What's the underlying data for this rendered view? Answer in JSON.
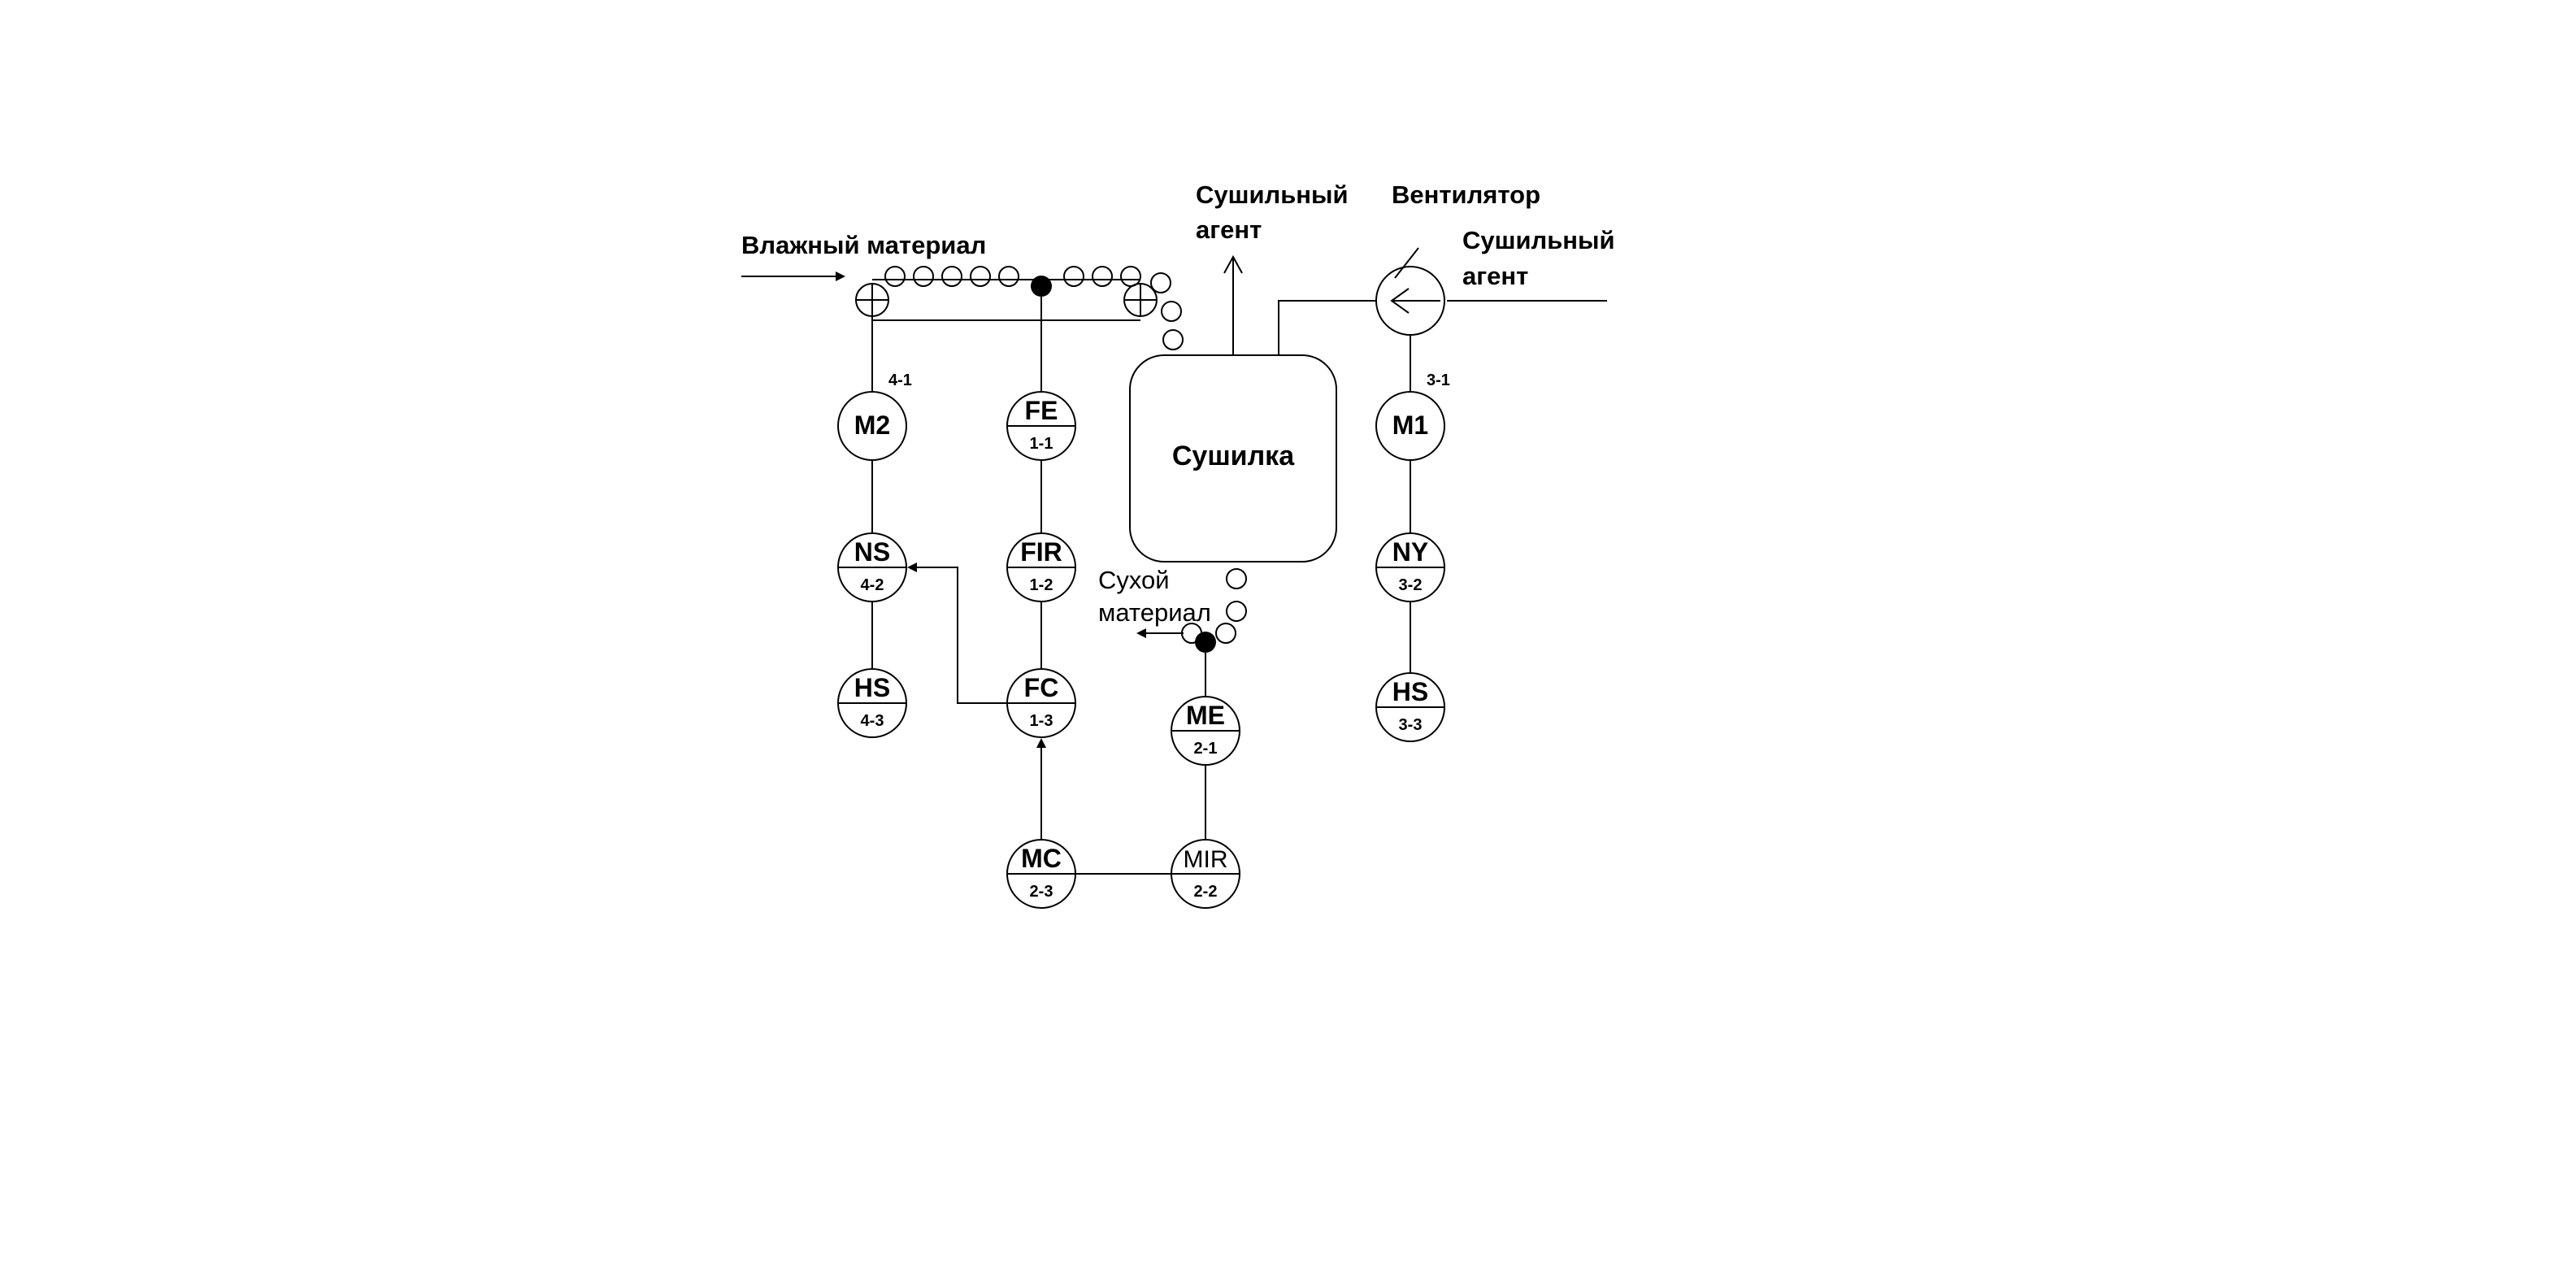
{
  "labels": {
    "wet_material": "Влажный материал",
    "drying_agent_out_line1": "Сушильный",
    "drying_agent_out_line2": "агент",
    "fan": "Вентилятор",
    "drying_agent_in_line1": "Сушильный",
    "drying_agent_in_line2": "агент",
    "dryer": "Сушилка",
    "dry_material_line1": "Сухой",
    "dry_material_line2": "материал"
  },
  "instruments": [
    {
      "id": "m2",
      "code": "M2",
      "num": "",
      "side_num": "4-1"
    },
    {
      "id": "ns",
      "code": "NS",
      "num": "4-2",
      "side_num": ""
    },
    {
      "id": "hs4",
      "code": "HS",
      "num": "4-3",
      "side_num": ""
    },
    {
      "id": "fe",
      "code": "FE",
      "num": "1-1",
      "side_num": ""
    },
    {
      "id": "fir",
      "code": "FIR",
      "num": "1-2",
      "side_num": ""
    },
    {
      "id": "fc",
      "code": "FC",
      "num": "1-3",
      "side_num": ""
    },
    {
      "id": "mc",
      "code": "MC",
      "num": "2-3",
      "side_num": ""
    },
    {
      "id": "mir",
      "code": "MIR",
      "num": "2-2",
      "side_num": ""
    },
    {
      "id": "me",
      "code": "ME",
      "num": "2-1",
      "side_num": ""
    },
    {
      "id": "m1",
      "code": "M1",
      "num": "",
      "side_num": "3-1"
    },
    {
      "id": "ny",
      "code": "NY",
      "num": "3-2",
      "side_num": ""
    },
    {
      "id": "hs3",
      "code": "HS",
      "num": "3-3",
      "side_num": ""
    }
  ]
}
